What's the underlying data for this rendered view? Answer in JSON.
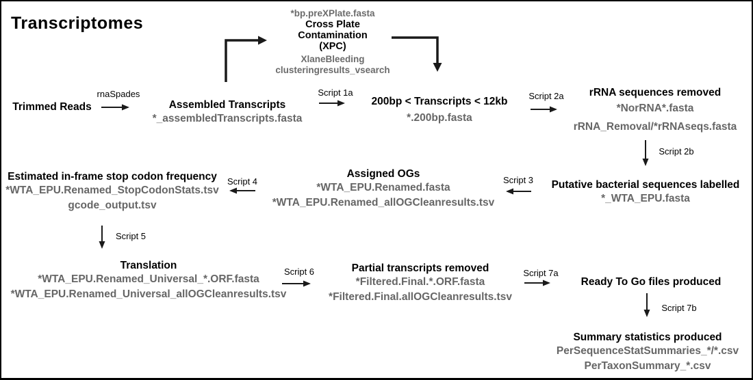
{
  "title": "Transcriptomes",
  "colors": {
    "background": "#ffffff",
    "border": "#000000",
    "title_text": "#000000",
    "file_text": "#666666"
  },
  "xpc_block": {
    "input_file": "*bp.preXPlate.fasta",
    "title_line1": "Cross Plate",
    "title_line2": "Contamination",
    "title_line3": "(XPC)",
    "output_file1": "XlaneBleeding",
    "output_file2": "clusteringresults_vsearch"
  },
  "nodes": {
    "trimmed_reads": {
      "title": "Trimmed Reads"
    },
    "assembled_transcripts": {
      "title": "Assembled Transcripts",
      "files": [
        "*_assembledTranscripts.fasta"
      ]
    },
    "length_filtered": {
      "title": "200bp < Transcripts < 12kb",
      "files": [
        "*.200bp.fasta"
      ]
    },
    "rrna_removed": {
      "title": "rRNA sequences removed",
      "files": [
        "*NorRNA*.fasta",
        "rRNA_Removal/*rRNAseqs.fasta"
      ]
    },
    "bacterial_labelled": {
      "title": "Putative bacterial sequences labelled",
      "files": [
        "*_WTA_EPU.fasta"
      ]
    },
    "assigned_ogs": {
      "title": "Assigned OGs",
      "files": [
        "*WTA_EPU.Renamed.fasta",
        "*WTA_EPU.Renamed_allOGCleanresults.tsv"
      ]
    },
    "stop_codon_frequency": {
      "title": "Estimated in-frame stop codon frequency",
      "files": [
        "*WTA_EPU.Renamed_StopCodonStats.tsv",
        "gcode_output.tsv"
      ]
    },
    "translation": {
      "title": "Translation",
      "files": [
        "*WTA_EPU.Renamed_Universal_*.ORF.fasta",
        "*WTA_EPU.Renamed_Universal_allOGCleanresults.tsv"
      ]
    },
    "partial_removed": {
      "title": "Partial transcripts removed",
      "files": [
        "*Filtered.Final.*.ORF.fasta",
        "*Filtered.Final.allOGCleanresults.tsv"
      ]
    },
    "ready_to_go": {
      "title": "Ready To Go files produced"
    },
    "summary_statistics": {
      "title": "Summary statistics produced",
      "files": [
        "PerSequenceStatSummaries_*/*.csv",
        "PerTaxonSummary_*.csv"
      ]
    }
  },
  "arrow_labels": {
    "rnaspades": "rnaSpades",
    "script_1a": "Script 1a",
    "script_2a": "Script 2a",
    "script_2b": "Script 2b",
    "script_3": "Script 3",
    "script_4": "Script 4",
    "script_5": "Script 5",
    "script_6": "Script 6",
    "script_7a": "Script 7a",
    "script_7b": "Script 7b"
  }
}
